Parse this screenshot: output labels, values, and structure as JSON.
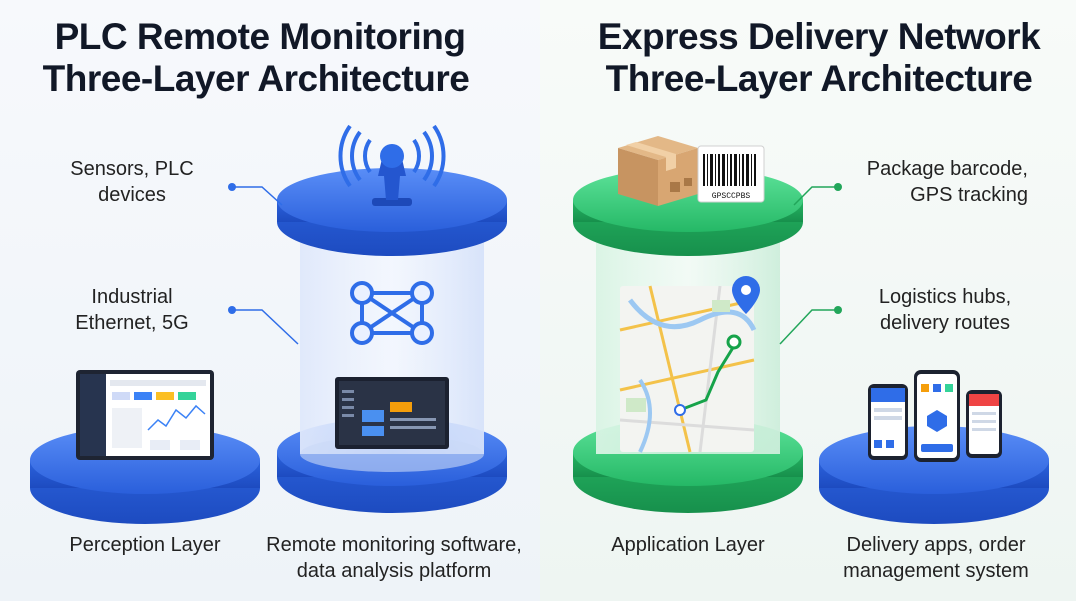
{
  "left": {
    "title_line1": "PLC Remote Monitoring",
    "title_line2": "Three-Layer Architecture",
    "labels": {
      "top": [
        "Sensors, PLC",
        "devices"
      ],
      "middle": [
        "Industrial",
        "Ethernet, 5G"
      ],
      "bottom_left": "Perception Layer",
      "bottom_right": [
        "Remote monitoring software,",
        "data analysis platform"
      ]
    }
  },
  "right": {
    "title_line1": "Express Delivery Network",
    "title_line2": "Three-Layer Architecture",
    "barcode_text": "GPSCCPBS",
    "labels": {
      "top": [
        "Package barcode,",
        "GPS tracking"
      ],
      "middle": [
        "Logistics hubs,",
        "delivery routes"
      ],
      "bottom_left": "Application Layer",
      "bottom_right": [
        "Delivery apps, order",
        "management system"
      ]
    }
  },
  "colors": {
    "blue_accent": "#2f6de8",
    "green_accent": "#2fca72",
    "connector_blue": "#2f6de8",
    "connector_green": "#22a65a"
  },
  "icons": {
    "left_top": "wireless-antenna-icon",
    "left_middle": "network-nodes-icon",
    "left_bottom": "monitoring-dashboard-icon",
    "right_top": "package-box-icon",
    "right_middle": "route-map-icon",
    "right_bottom": "mobile-apps-icon"
  }
}
